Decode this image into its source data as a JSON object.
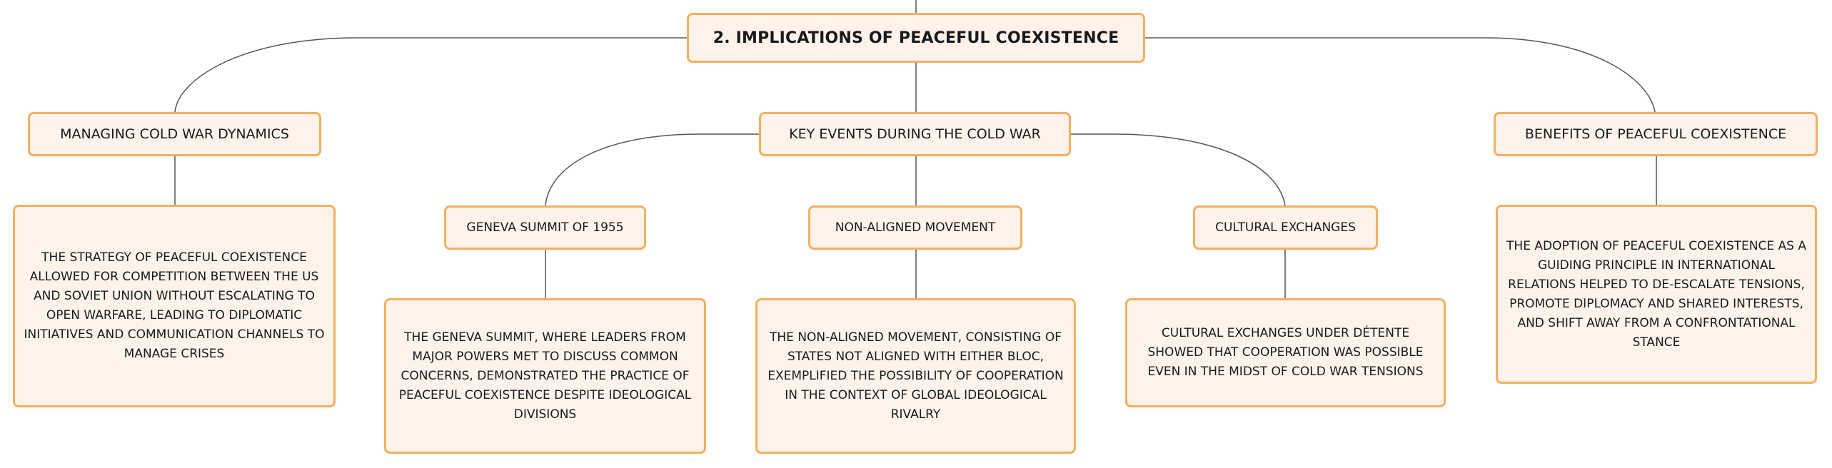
{
  "root": {
    "label": "2. IMPLICATIONS OF PEACEFUL COEXISTENCE"
  },
  "branches": {
    "managing": {
      "label": "MANAGING COLD WAR DYNAMICS",
      "description": "THE STRATEGY OF PEACEFUL COEXISTENCE ALLOWED FOR COMPETITION BETWEEN THE US AND SOVIET UNION WITHOUT ESCALATING TO OPEN WARFARE, LEADING TO DIPLOMATIC INITIATIVES AND COMMUNICATION CHANNELS TO MANAGE CRISES"
    },
    "key_events": {
      "label": "KEY EVENTS DURING THE COLD WAR",
      "children": {
        "geneva": {
          "label": "GENEVA SUMMIT OF 1955",
          "description": "THE GENEVA SUMMIT, WHERE LEADERS FROM MAJOR POWERS MET TO DISCUSS COMMON CONCERNS, DEMONSTRATED THE PRACTICE OF PEACEFUL COEXISTENCE DESPITE IDEOLOGICAL DIVISIONS"
        },
        "non_aligned": {
          "label": "NON-ALIGNED MOVEMENT",
          "description": "THE NON-ALIGNED MOVEMENT, CONSISTING OF STATES NOT ALIGNED WITH EITHER BLOC, EXEMPLIFIED THE POSSIBILITY OF COOPERATION IN THE CONTEXT OF GLOBAL IDEOLOGICAL RIVALRY"
        },
        "cultural": {
          "label": "CULTURAL EXCHANGES",
          "description": "CULTURAL EXCHANGES UNDER DÉTENTE SHOWED THAT COOPERATION WAS POSSIBLE EVEN IN THE MIDST OF COLD WAR TENSIONS"
        }
      }
    },
    "benefits": {
      "label": "BENEFITS OF PEACEFUL COEXISTENCE",
      "description": "THE ADOPTION OF PEACEFUL COEXISTENCE AS A GUIDING PRINCIPLE IN INTERNATIONAL RELATIONS HELPED TO DE-ESCALATE TENSIONS, PROMOTE DIPLOMACY AND SHARED INTERESTS, AND SHIFT AWAY FROM A CONFRONTATIONAL STANCE"
    }
  },
  "colors": {
    "node_fill": "#fdf3ea",
    "node_border": "#f3b060",
    "connector": "#555555"
  }
}
